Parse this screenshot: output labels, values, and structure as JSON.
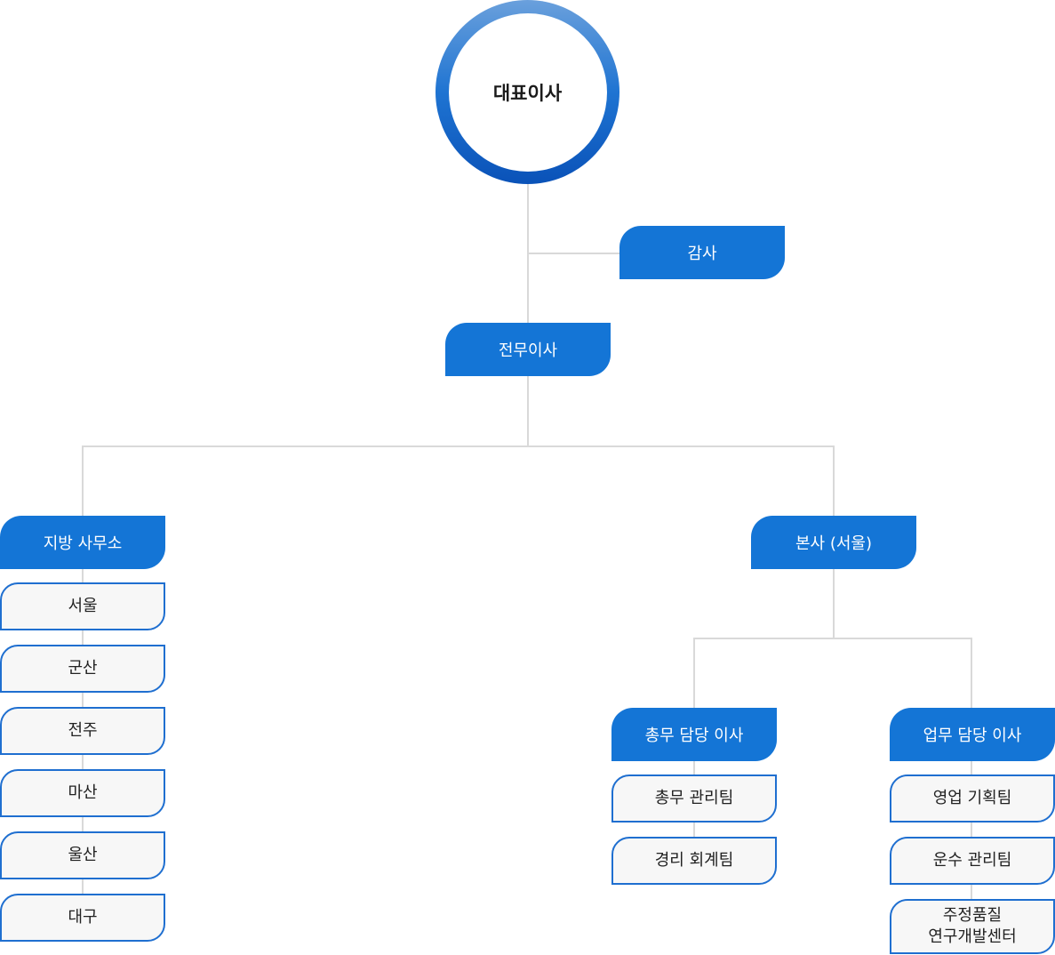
{
  "ceo": {
    "label": "대표이사"
  },
  "audit": {
    "label": "감사"
  },
  "executive": {
    "label": "전무이사"
  },
  "regional": {
    "label": "지방 사무소",
    "offices": [
      "서울",
      "군산",
      "전주",
      "마산",
      "울산",
      "대구"
    ]
  },
  "headquarters": {
    "label": "본사 (서울)"
  },
  "general_director": {
    "label": "총무 담당 이사",
    "teams": [
      "총무 관리팀",
      "경리 회계팀"
    ]
  },
  "business_director": {
    "label": "업무 담당 이사",
    "teams": [
      "영업 기획팀",
      "운수 관리팀"
    ],
    "rnd_line1": "주정품질",
    "rnd_line2": "연구개발센터"
  }
}
